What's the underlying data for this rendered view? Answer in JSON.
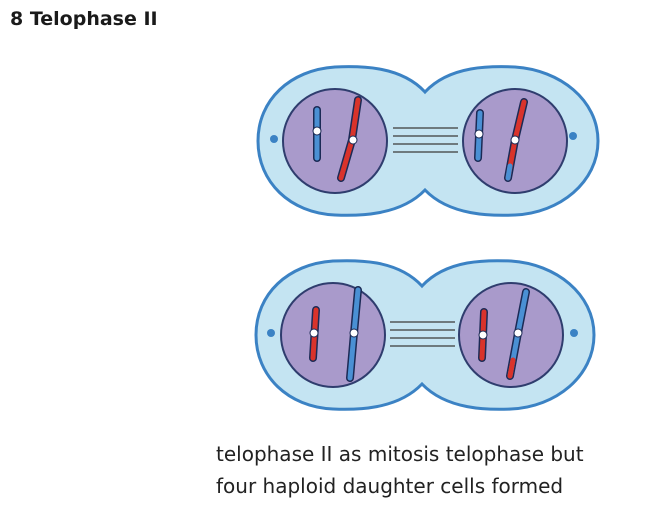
{
  "title": "8 Telophase II",
  "caption": {
    "line1": "telophase II as mitosis telophase but",
    "line2": "four haploid daughter cells formed"
  },
  "colors": {
    "membrane": "#3b82c4",
    "cytoplasm": "#c4e4f2",
    "nucleus": "#a99acb",
    "nucleus_border": "#2f3d6e",
    "chromosome_red": "#d9332b",
    "chromosome_blue": "#4a90d4",
    "spindle": "#3a3a3a",
    "centriole": "#3b82c4"
  },
  "icons": {
    "centriole": "centriole-dot-icon"
  }
}
